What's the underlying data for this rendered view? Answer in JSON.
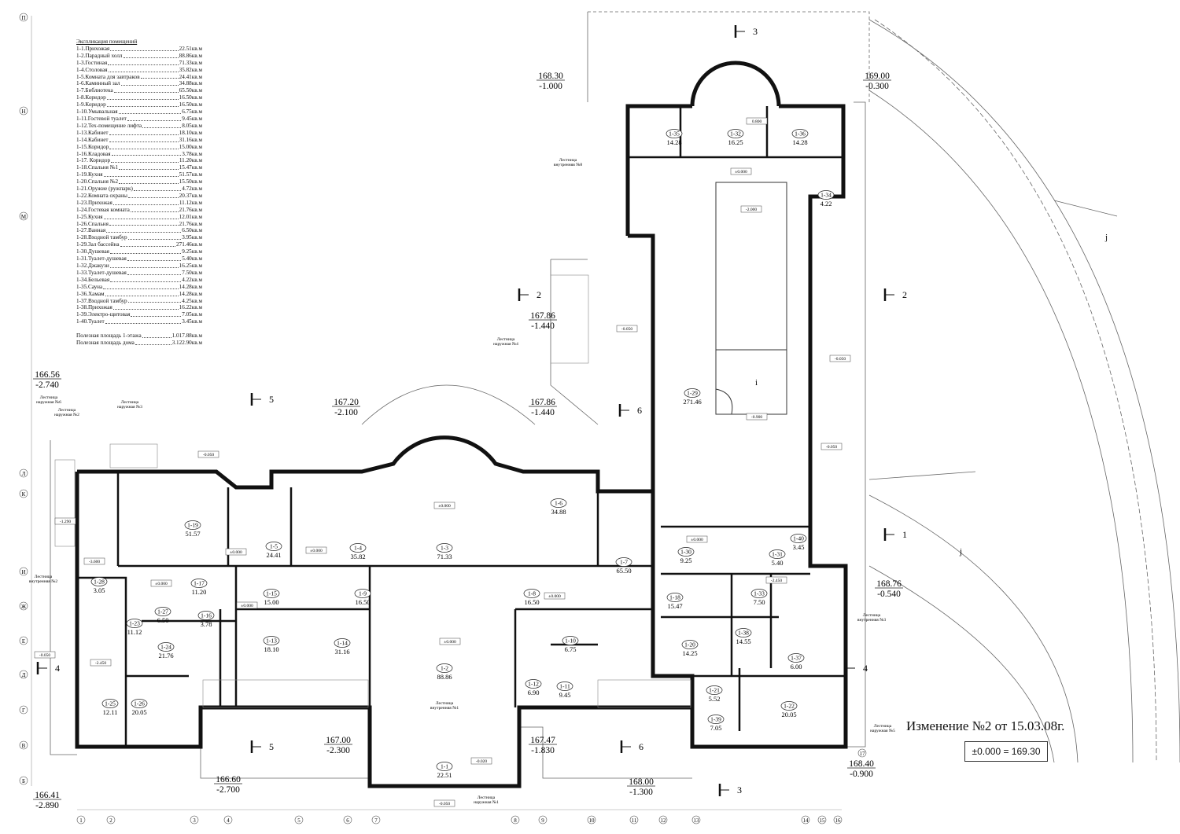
{
  "legend": {
    "title": "Экспликация помещений",
    "items": [
      {
        "name": "1-1.Прихожая",
        "area": "22.51кв.м"
      },
      {
        "name": "1-2.Парадный холл",
        "area": "88.86кв.м"
      },
      {
        "name": "1-3.Гостиная",
        "area": "71.33кв.м"
      },
      {
        "name": "1-4.Столовая",
        "area": "35.82кв.м"
      },
      {
        "name": "1-5.Комната для завтраков",
        "area": "24.41кв.м"
      },
      {
        "name": "1-6.Каминный зал",
        "area": "34.88кв.м"
      },
      {
        "name": "1-7.Библиотека",
        "area": "65.50кв.м"
      },
      {
        "name": "1-8.Коридор",
        "area": "16.50кв.м"
      },
      {
        "name": "1-9.Коридор",
        "area": "16.50кв.м"
      },
      {
        "name": "1-10.Умывальная",
        "area": "6.75кв.м"
      },
      {
        "name": "1-11.Гостевой туалет",
        "area": "9.45кв.м"
      },
      {
        "name": "1-12.Тех-помещение лифта",
        "area": "8.05кв.м"
      },
      {
        "name": "1-13.Кабинет",
        "area": "18.10кв.м"
      },
      {
        "name": "1-14.Кабинет",
        "area": "31.16кв.м"
      },
      {
        "name": "1-15.Коридор",
        "area": "15.00кв.м"
      },
      {
        "name": "1-16.Кладовая",
        "area": "3.78кв.м"
      },
      {
        "name": "1-17. Коридор",
        "area": "11.20кв.м"
      },
      {
        "name": "1-18.Спальня №1",
        "area": "15.47кв.м"
      },
      {
        "name": "1-19.Кухня",
        "area": "51.57кв.м"
      },
      {
        "name": "1-20.Спальня №2",
        "area": "15.50кв.м"
      },
      {
        "name": "1-21.Оружие (ружпарк)",
        "area": "4.72кв.м"
      },
      {
        "name": "1-22.Комната охраны",
        "area": "20.37кв.м"
      },
      {
        "name": "1-23.Прихожая",
        "area": "11.12кв.м"
      },
      {
        "name": "1-24.Гостевая комната",
        "area": "21.76кв.м"
      },
      {
        "name": "1-25.Кухня",
        "area": "12.01кв.м"
      },
      {
        "name": "1-26.Спальня",
        "area": "21.76кв.м"
      },
      {
        "name": "1-27.Ванная",
        "area": "6.50кв.м"
      },
      {
        "name": "1-28.Входной тамбур",
        "area": "3.95кв.м"
      },
      {
        "name": "1-29.Зал бассейна",
        "area": "271.46кв.м"
      },
      {
        "name": "1-30.Душевая",
        "area": "9.25кв.м"
      },
      {
        "name": "1-31.Туалет-душевая",
        "area": "5.40кв.м"
      },
      {
        "name": "1-32.Джакузи",
        "area": "16.25кв.м"
      },
      {
        "name": "1-33.Туалет-душевая",
        "area": "7.50кв.м"
      },
      {
        "name": "1-34.Бельевая",
        "area": "4.22кв.м"
      },
      {
        "name": "1-35.Сауна",
        "area": "14.28кв.м"
      },
      {
        "name": "1-36.Хамам",
        "area": "14.28кв.м"
      },
      {
        "name": "1-37.Входной тамбур",
        "area": "4.25кв.м"
      },
      {
        "name": "1-38.Прихожая",
        "area": "16.22кв.м"
      },
      {
        "name": "1-39.Электро-щитовая",
        "area": "7.05кв.м"
      },
      {
        "name": "1-40.Туалет",
        "area": "3.45кв.м"
      }
    ],
    "totals": [
      {
        "name": "Полезная площадь 1-этажа",
        "area": "1.017.88кв.м"
      },
      {
        "name": "Полезная площадь дома",
        "area": "3.122.90кв.м"
      }
    ]
  },
  "revision_note": "Изменение №2 от 15.03.08г.",
  "datum": "±0.000 = 169.30",
  "rooms": [
    {
      "id": "1-35",
      "area": "14.28"
    },
    {
      "id": "1-32",
      "area": "16.25"
    },
    {
      "id": "1-36",
      "area": "14.28"
    },
    {
      "id": "1-34",
      "area": "4.22"
    },
    {
      "id": "1-29",
      "area": "271.46"
    },
    {
      "id": "1-19",
      "area": "51.57"
    },
    {
      "id": "1-5",
      "area": "24.41"
    },
    {
      "id": "1-4",
      "area": "35.82"
    },
    {
      "id": "1-3",
      "area": "71.33"
    },
    {
      "id": "1-6",
      "area": "34.88"
    },
    {
      "id": "1-7",
      "area": "65.50"
    },
    {
      "id": "1-30",
      "area": "9.25"
    },
    {
      "id": "1-40",
      "area": "3.45"
    },
    {
      "id": "1-31",
      "area": "5.40"
    },
    {
      "id": "1-28",
      "area": "3.05"
    },
    {
      "id": "1-17",
      "area": "11.20"
    },
    {
      "id": "1-15",
      "area": "15.00"
    },
    {
      "id": "1-9",
      "area": "16.50"
    },
    {
      "id": "1-8",
      "area": "16.50"
    },
    {
      "id": "1-18",
      "area": "15.47"
    },
    {
      "id": "1-33",
      "area": "7.50"
    },
    {
      "id": "1-27",
      "area": "6.50"
    },
    {
      "id": "1-16",
      "area": "3.78"
    },
    {
      "id": "1-23",
      "area": "11.12"
    },
    {
      "id": "1-13",
      "area": "18.10"
    },
    {
      "id": "1-14",
      "area": "31.16"
    },
    {
      "id": "1-24",
      "area": "21.76"
    },
    {
      "id": "1-38",
      "area": "14.55"
    },
    {
      "id": "1-20",
      "area": "14.25"
    },
    {
      "id": "1-10",
      "area": "6.75"
    },
    {
      "id": "1-37",
      "area": "6.00"
    },
    {
      "id": "1-2",
      "area": "88.86"
    },
    {
      "id": "1-12",
      "area": "6.90"
    },
    {
      "id": "1-11",
      "area": "9.45"
    },
    {
      "id": "1-21",
      "area": "5.52"
    },
    {
      "id": "1-22",
      "area": "20.05"
    },
    {
      "id": "1-25",
      "area": "12.11"
    },
    {
      "id": "1-26",
      "area": "20.05"
    },
    {
      "id": "1-39",
      "area": "7.05"
    },
    {
      "id": "1-1",
      "area": "22.51"
    }
  ],
  "elevations": [
    {
      "abs": "168.30",
      "rel": "-1.000"
    },
    {
      "abs": "169.00",
      "rel": "-0.300"
    },
    {
      "abs": "167.86",
      "rel": "-1.440"
    },
    {
      "abs": "166.56",
      "rel": "-2.740"
    },
    {
      "abs": "167.20",
      "rel": "-2.100"
    },
    {
      "abs": "167.86",
      "rel": "-1.440"
    },
    {
      "abs": "168.76",
      "rel": "-0.540"
    },
    {
      "abs": "167.00",
      "rel": "-2.300"
    },
    {
      "abs": "167.47",
      "rel": "-1.830"
    },
    {
      "abs": "166.60",
      "rel": "-2.700"
    },
    {
      "abs": "168.00",
      "rel": "-1.300"
    },
    {
      "abs": "168.40",
      "rel": "-0.900"
    },
    {
      "abs": "166.41",
      "rel": "-2.890"
    }
  ],
  "sections": [
    "3",
    "3",
    "2",
    "2",
    "5",
    "5",
    "6",
    "6",
    "4",
    "4",
    "1"
  ],
  "stairs": [
    {
      "l1": "Лестница",
      "l2": "наружная №6"
    },
    {
      "l1": "Лестница",
      "l2": "наружная №2"
    },
    {
      "l1": "Лестница",
      "l2": "наружная №3"
    },
    {
      "l1": "Лестница",
      "l2": "наружная №4"
    },
    {
      "l1": "Лестница",
      "l2": "внутренняя №8"
    },
    {
      "l1": "Лестница",
      "l2": "внутренняя №2"
    },
    {
      "l1": "Лестница",
      "l2": "внутренняя №1"
    },
    {
      "l1": "Лестница",
      "l2": "наружная №1"
    },
    {
      "l1": "Лестница",
      "l2": "внутренняя №3"
    },
    {
      "l1": "Лестница",
      "l2": "наружная №5"
    }
  ],
  "levels": [
    "±0.000",
    "-2.000",
    "-0.900",
    "-0.050",
    "-0.050",
    "-0.050",
    "-0.050",
    "-1.290",
    "-3.600",
    "-2.450",
    "-0.050",
    "-0.020",
    "-0.050",
    "±0.000",
    "±0.000",
    "±0.000",
    "±0.000",
    "±0.000",
    "±0.000",
    "±0.000",
    "±0.000",
    "-2.450",
    "0.800"
  ],
  "grid_rows": [
    "П",
    "Н",
    "М",
    "Л",
    "К",
    "И",
    "Ж",
    "Е",
    "Д",
    "Г",
    "В",
    "Б"
  ],
  "grid_cols": [
    "1",
    "2",
    "3",
    "4",
    "5",
    "6",
    "7",
    "8",
    "9",
    "10",
    "11",
    "12",
    "13",
    "14",
    "15",
    "16",
    "17"
  ],
  "slope_marks": [
    "i",
    "j",
    "j"
  ]
}
